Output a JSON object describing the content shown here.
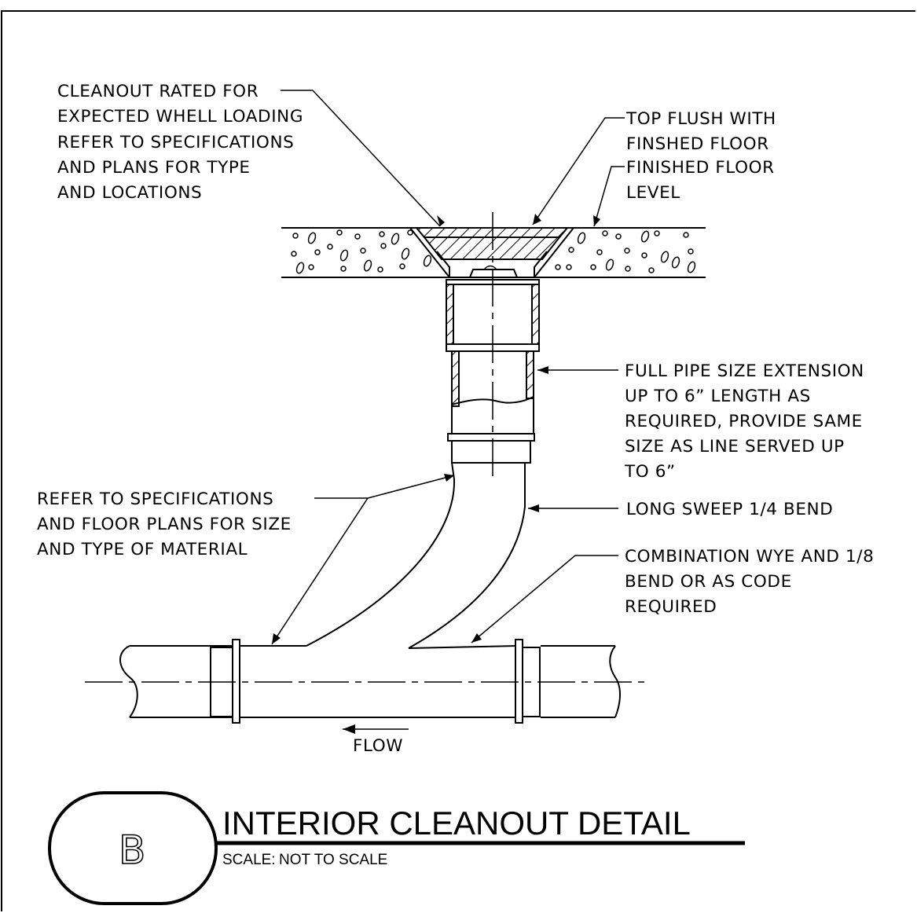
{
  "notes": {
    "cleanout": [
      "CLEANOUT RATED FOR",
      "EXPECTED WHELL LOADING",
      "REFER TO SPECIFICATIONS",
      "AND PLANS FOR TYPE",
      "AND LOCATIONS"
    ],
    "top_flush": [
      "TOP FLUSH WITH",
      "FINSHED FLOOR"
    ],
    "finished_floor": [
      "FINISHED FLOOR",
      "LEVEL"
    ],
    "extension": [
      "FULL PIPE SIZE EXTENSION",
      "UP TO 6” LENGTH AS",
      "REQUIRED, PROVIDE SAME",
      "SIZE AS LINE SERVED UP",
      "TO 6”"
    ],
    "material": [
      "REFER TO SPECIFICATIONS",
      "AND FLOOR PLANS FOR SIZE",
      "AND TYPE OF MATERIAL"
    ],
    "sweep": [
      "LONG SWEEP 1/4 BEND"
    ],
    "wye": [
      "COMBINATION WYE AND 1/8",
      "BEND OR AS CODE",
      "REQUIRED"
    ],
    "flow": "FLOW"
  },
  "title_block": {
    "bubble_letter": "B",
    "title": "INTERIOR CLEANOUT DETAIL",
    "scale_label": "SCALE:",
    "scale_value": "NOT TO SCALE"
  }
}
